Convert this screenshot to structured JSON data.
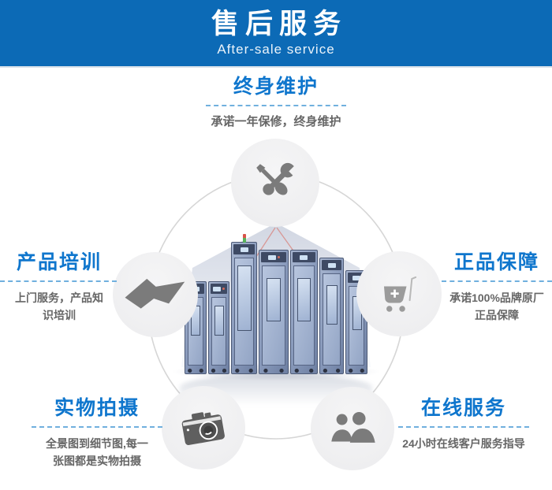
{
  "banner": {
    "title": "售后服务",
    "subtitle": "After-sale service"
  },
  "services": {
    "maintenance": {
      "title": "终身维护",
      "desc": "承诺一年保修，终身维护",
      "icon": "tools-icon"
    },
    "training": {
      "title": "产品培训",
      "desc": "上门服务，产品知识培训",
      "icon": "open-book-icon"
    },
    "genuine": {
      "title": "正品保障",
      "desc": "承诺100%品牌原厂正品保障",
      "icon": "shopping-cart-icon"
    },
    "photos": {
      "title": "实物拍摄",
      "desc": "全景图到细节图,每一张图都是实物拍摄",
      "icon": "camera-icon"
    },
    "online": {
      "title": "在线服务",
      "desc": "24小时在线客户服务指导",
      "icon": "customers-icon"
    }
  },
  "colors": {
    "banner_bg": "#0c6ab6",
    "accent_title": "#0f76cd",
    "dashed_line": "#70b0de",
    "body_text": "#666666",
    "icon_gray": "#7b7b7b",
    "bubble_bg": "#efefef"
  }
}
